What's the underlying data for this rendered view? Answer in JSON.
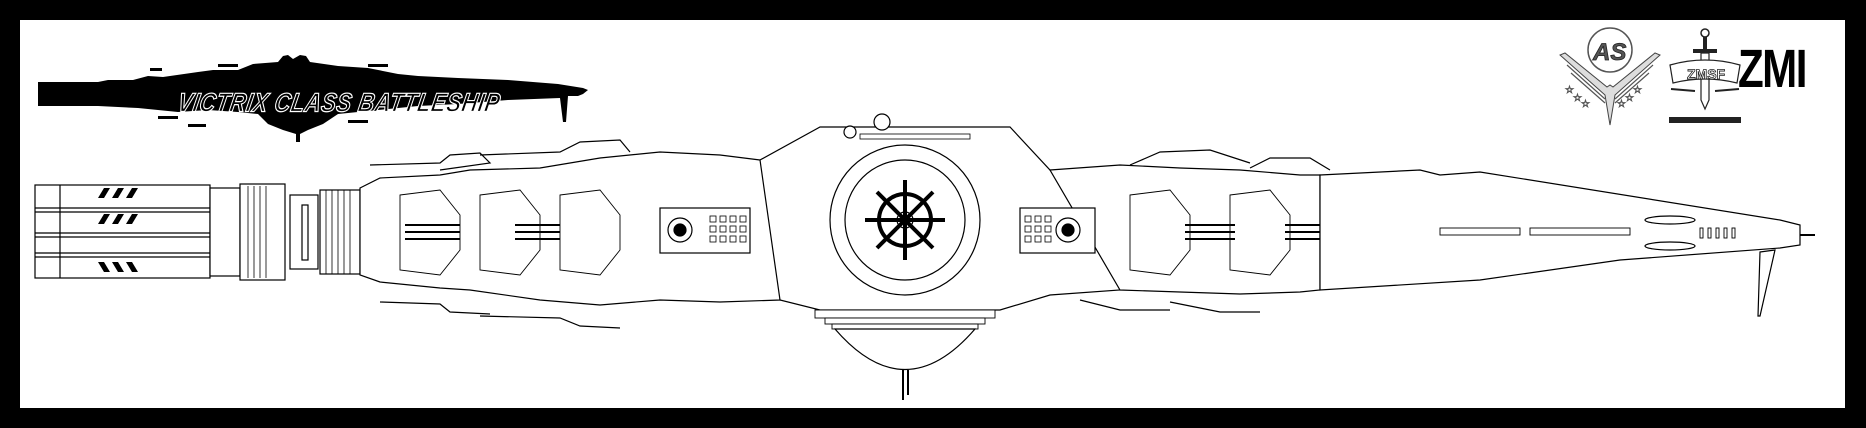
{
  "frame": {
    "border_color": "#000000",
    "background_color": "#ffffff"
  },
  "title_banner": {
    "text": "VICTRIX CLASS BATTLESHIP",
    "silhouette_color": "#000000"
  },
  "logos": {
    "as_emblem": {
      "text": "AS",
      "stars_count": 6
    },
    "zmsf_emblem": {
      "text": "ZMSF"
    },
    "zmi_wordmark": {
      "text": "ZMI"
    }
  },
  "ship_drawing": {
    "style": "line-art side profile",
    "line_color": "#000000",
    "fill_color": "#ffffff",
    "sections": [
      "engine-block",
      "aft-hull",
      "central-turret-disc",
      "ventral-dome",
      "forward-hull",
      "bow"
    ]
  }
}
